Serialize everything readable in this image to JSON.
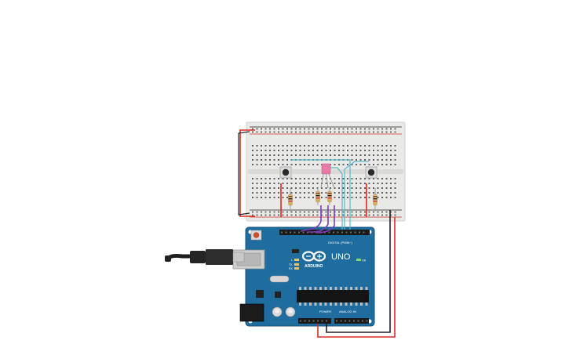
{
  "colors": {
    "background": "#ffffff",
    "breadboard": "#e9e9e7",
    "rail_red": "#d0312d",
    "rail_black": "#222222",
    "arduino_blue": "#1f6c9e",
    "wire_red": "#d92d20",
    "wire_black": "#222222",
    "wire_purple": "#7a3db8",
    "wire_teal": "#58b8c9",
    "led": "#e77aa9",
    "usb_plug": "#2a2a2a",
    "usb_metal": "#c9c9c9"
  },
  "arduino": {
    "brand": "ARDUINO",
    "model": "UNO",
    "digital_label": "DIGITAL (PWM~)",
    "power_label": "POWER",
    "analog_label": "ANALOG IN",
    "on_label": "ON",
    "tx_label": "TX",
    "rx_label": "RX",
    "l_label": "L"
  },
  "components": {
    "pushbuttons": [
      "pushbutton-left",
      "pushbutton-right"
    ],
    "led": "pink-led",
    "resistors": [
      "resistor-left",
      "resistor-mid-1",
      "resistor-mid-2",
      "resistor-right"
    ]
  }
}
